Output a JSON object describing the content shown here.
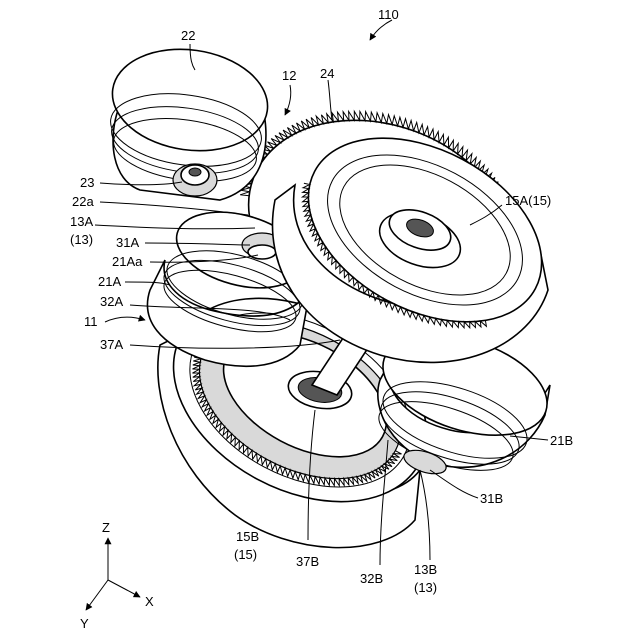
{
  "figure": {
    "ref_number": "110",
    "labels": {
      "l22": "22",
      "l12": "12",
      "l24": "24",
      "l23": "23",
      "l22a": "22a",
      "l13A": "13A",
      "l13A_paren": "(13)",
      "l31A": "31A",
      "l21Aa": "21Aa",
      "l21A": "21A",
      "l32A": "32A",
      "l11": "11",
      "l37A": "37A",
      "l15A": "15A(15)",
      "l21B": "21B",
      "l31B": "31B",
      "l15B": "15B",
      "l15B_paren": "(15)",
      "l37B": "37B",
      "l32B": "32B",
      "l13B": "13B",
      "l13B_paren": "(13)"
    },
    "axes": {
      "z": "Z",
      "x": "X",
      "y": "Y"
    }
  }
}
